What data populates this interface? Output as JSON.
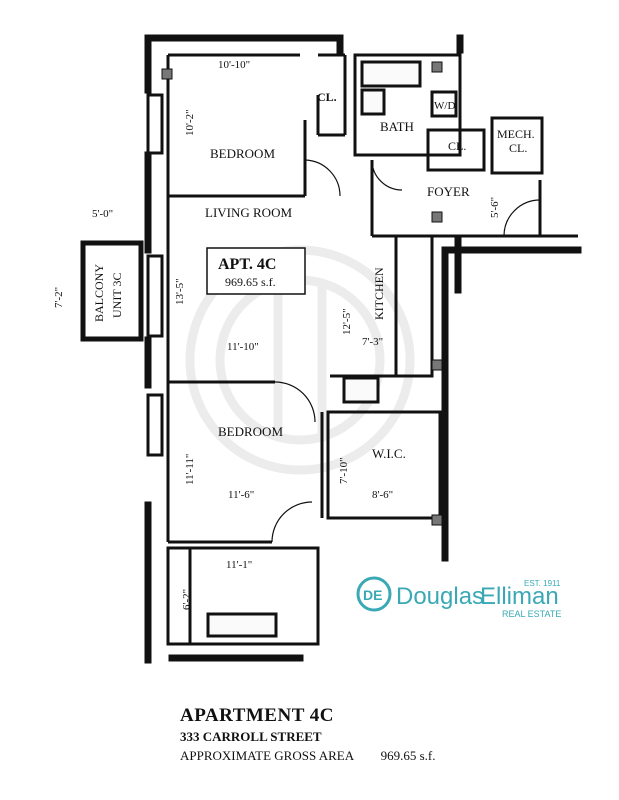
{
  "plan": {
    "rooms": {
      "bedroom1": "BEDROOM",
      "living_room": "LIVING ROOM",
      "bedroom2": "BEDROOM",
      "closet": "CL.",
      "bath": "BATH",
      "wd": "W/D",
      "closet2": "CL.",
      "mech1": "MECH.",
      "mech2": "CL.",
      "foyer": "FOYER",
      "kitchen": "KITCHEN",
      "wic": "W.I.C.",
      "balcony1": "BALCONY",
      "balcony2": "UNIT 3C"
    },
    "unit_box": {
      "name": "APT. 4C",
      "area": "969.65 s.f."
    },
    "dims": {
      "bed1_width": "10'-10\"",
      "bed1_depth": "10'-2\"",
      "balcony_offset": "5'-0\"",
      "balcony_height": "7'-2\"",
      "living_depth": "13'-5\"",
      "living_width": "11'-10\"",
      "kitchen_len": "12'-5\"",
      "kitchen_width": "7'-3\"",
      "foyer_depth": "5'-6\"",
      "bed2_depth": "11'-11\"",
      "bed2_width": "11'-6\"",
      "wic_depth": "7'-10\"",
      "wic_width": "8'-6\"",
      "bath2_width": "11'-1\"",
      "bath2_depth": "6'-2\""
    }
  },
  "brand": {
    "name_part1": "Douglas",
    "name_part2": "Elliman",
    "established": "EST. 1911",
    "tagline": "REAL ESTATE",
    "color": "#3aa9b5",
    "logo_icon": "de-monogram-icon"
  },
  "footer": {
    "title": "APARTMENT 4C",
    "address": "333 CARROLL STREET",
    "area_label": "APPROXIMATE GROSS AREA",
    "area_value": "969.65 s.f."
  }
}
